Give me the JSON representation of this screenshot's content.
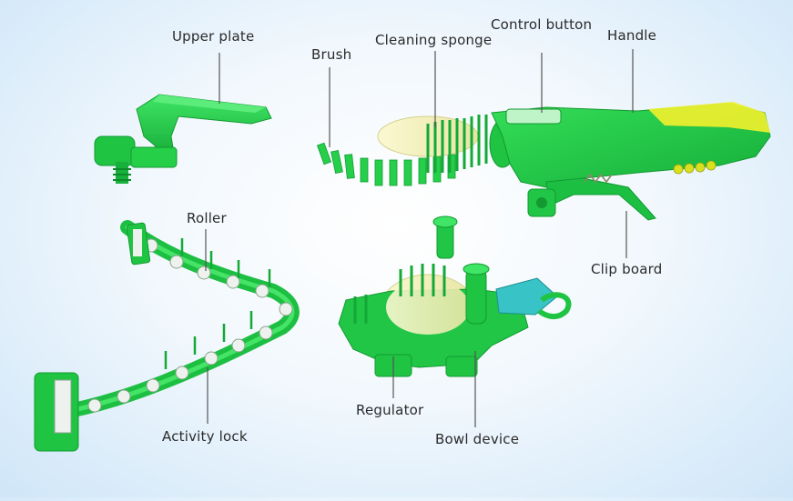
{
  "colors": {
    "part_green": "#22d24a",
    "part_dark_green": "#129a31",
    "sponge_cream": "#f3f0b8",
    "handle_yellow": "#e9ee2e",
    "roller_white": "#eef2ee",
    "accent_teal": "#38c3c6",
    "leader_line": "#555555"
  },
  "labels": {
    "upper_plate": "Upper plate",
    "brush": "Brush",
    "cleaning_sponge": "Cleaning sponge",
    "control_button": "Control button",
    "handle": "Handle",
    "clip_board": "Clip board",
    "roller": "Roller",
    "activity_lock": "Activity lock",
    "regulator": "Regulator",
    "bowl_device": "Bowl device"
  }
}
